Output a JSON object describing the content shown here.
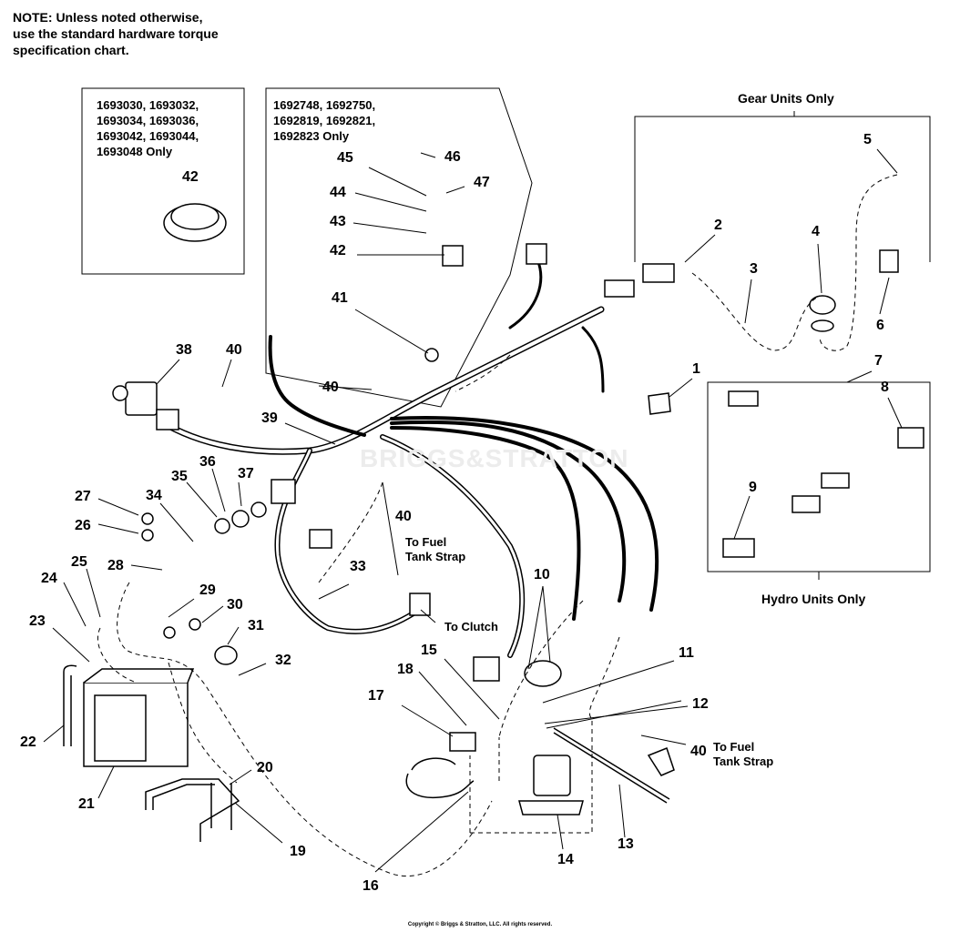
{
  "note": [
    "NOTE: Unless noted otherwise,",
    "use the standard hardware torque",
    "specification chart."
  ],
  "box_left_models": [
    "1693030, 1693032,",
    "1693034, 1693036,",
    "1693042, 1693044,",
    "1693048 Only"
  ],
  "box_mid_models": [
    "1692748, 1692750,",
    "1692819, 1692821,",
    "1692823 Only"
  ],
  "gear_units_label": "Gear Units Only",
  "hydro_units_label": "Hydro Units Only",
  "to_fuel_tank_strap": [
    "To Fuel",
    "Tank Strap"
  ],
  "to_clutch": "To Clutch",
  "watermark": "BRIGGS&STRATTON",
  "copyright": "Copyright © Briggs & Stratton, LLC. All rights reserved.",
  "callouts": {
    "c1": "1",
    "c2": "2",
    "c3": "3",
    "c4": "4",
    "c5": "5",
    "c6": "6",
    "c7": "7",
    "c8": "8",
    "c9": "9",
    "c10": "10",
    "c11": "11",
    "c12": "12",
    "c13": "13",
    "c14": "14",
    "c15": "15",
    "c16": "16",
    "c17": "17",
    "c18": "18",
    "c19": "19",
    "c20": "20",
    "c21": "21",
    "c22": "22",
    "c23": "23",
    "c24": "24",
    "c25": "25",
    "c26": "26",
    "c27": "27",
    "c28": "28",
    "c29": "29",
    "c30": "30",
    "c31": "31",
    "c32": "32",
    "c33": "33",
    "c34": "34",
    "c35": "35",
    "c36": "36",
    "c37": "37",
    "c38": "38",
    "c39": "39",
    "c40a": "40",
    "c40b": "40",
    "c40c": "40",
    "c40d": "40",
    "c41": "41",
    "c42a": "42",
    "c42b": "42",
    "c43": "43",
    "c44": "44",
    "c45": "45",
    "c46": "46",
    "c47": "47"
  }
}
